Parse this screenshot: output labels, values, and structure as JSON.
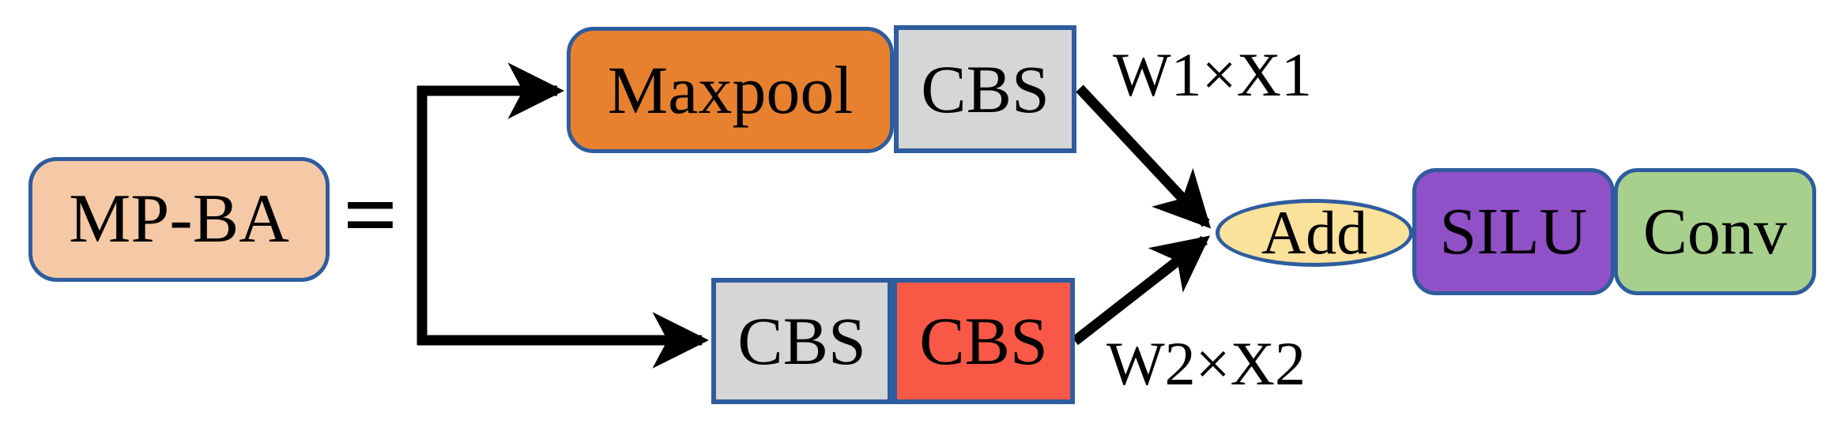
{
  "diagram": {
    "module": {
      "label": "MP-BA",
      "fill": "#F6C9A6"
    },
    "equals_sign": "=",
    "top_branch": {
      "maxpool": {
        "label": "Maxpool",
        "fill": "#E8812F"
      },
      "cbs": {
        "label": "CBS",
        "fill": "#D6D6D6"
      },
      "weight_label": "W1×X1"
    },
    "bottom_branch": {
      "cbs_1": {
        "label": "CBS",
        "fill": "#D6D6D6"
      },
      "cbs_2": {
        "label": "CBS",
        "fill": "#FA5846"
      },
      "weight_label": "W2×X2"
    },
    "merge": {
      "label": "Add",
      "fill": "#FBE29B"
    },
    "output_chain": {
      "silu": {
        "label": "SILU",
        "fill": "#9050C8"
      },
      "conv": {
        "label": "Conv",
        "fill": "#A8D08D"
      }
    },
    "colors": {
      "border": "#2E5C9E",
      "connector": "#000000"
    }
  }
}
